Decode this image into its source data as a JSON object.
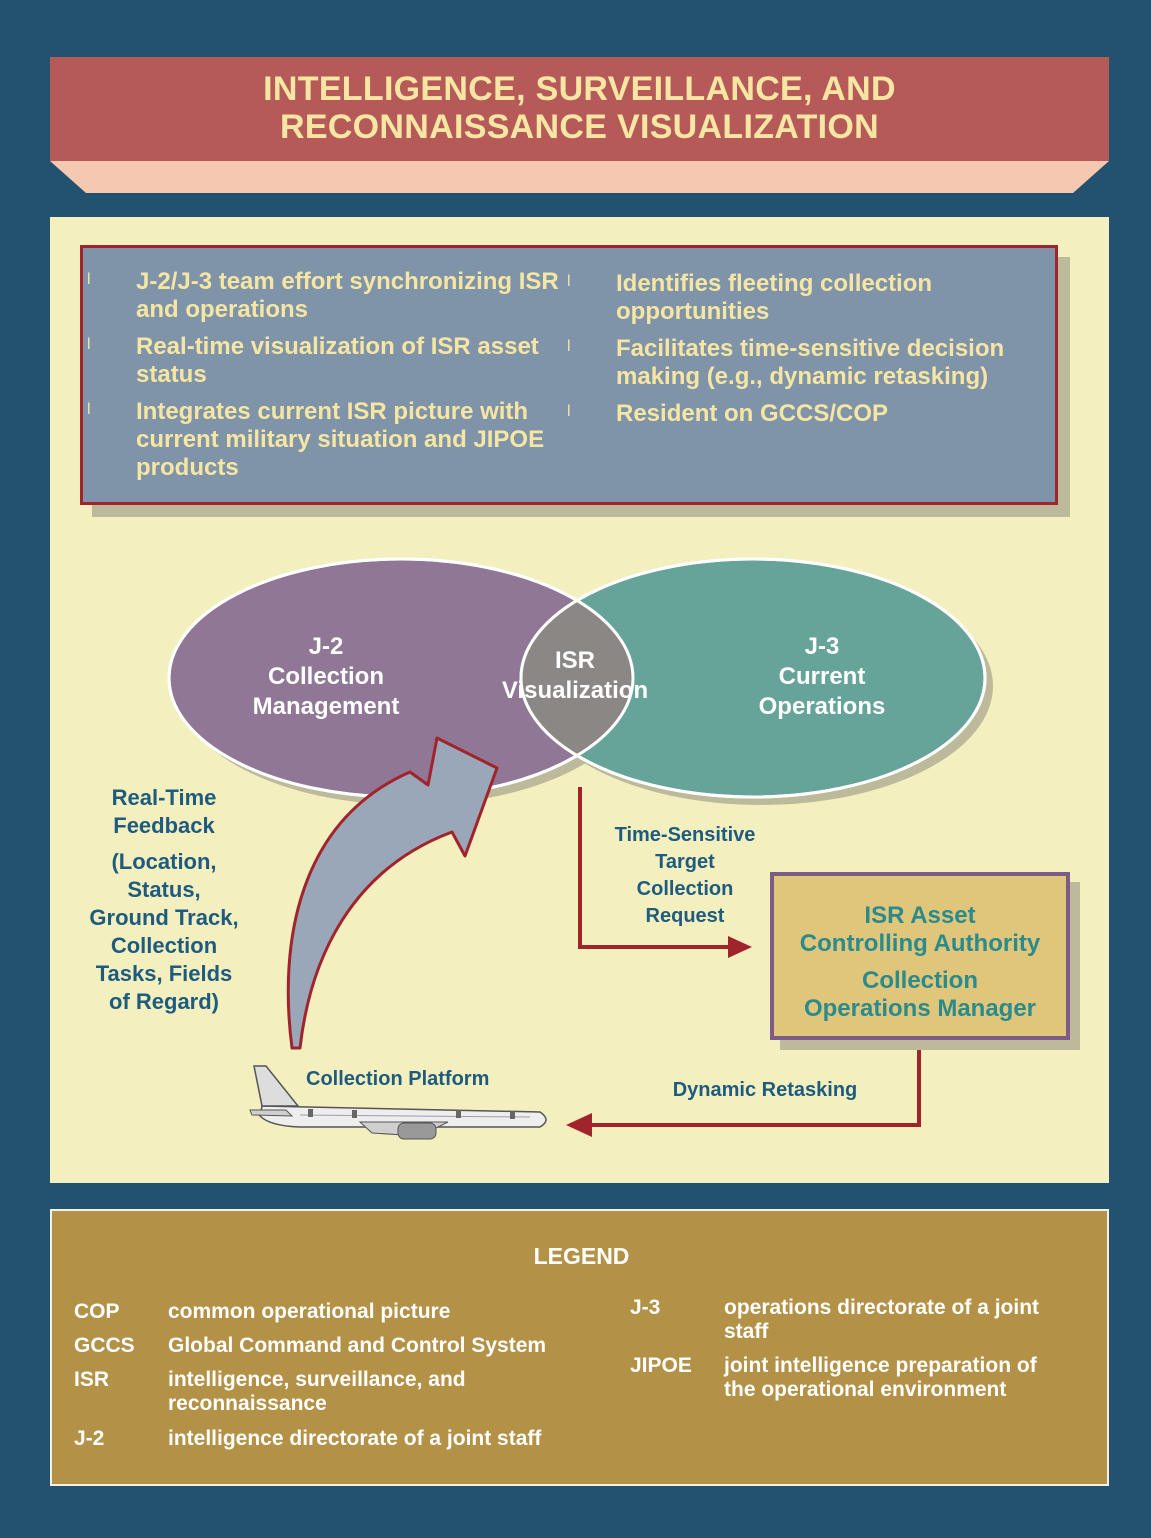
{
  "title": [
    "INTELLIGENCE, SURVEILLANCE, AND",
    "RECONNAISSANCE VISUALIZATION"
  ],
  "bullets": {
    "left": [
      "J-2/J-3 team effort synchronizing ISR and operations",
      "Real-time visualization of ISR asset status",
      "Integrates current ISR picture with current military situation and JIPOE products"
    ],
    "right": [
      "Identifies fleeting collection opportunities",
      "Facilitates time-sensitive decision making (e.g., dynamic retasking)",
      "Resident on GCCS/COP"
    ],
    "marker": "l"
  },
  "diagram": {
    "j2": [
      "J-2",
      "Collection",
      "Management"
    ],
    "isr": [
      "ISR",
      "Visualization"
    ],
    "j3": [
      "J-3",
      "Current",
      "Operations"
    ],
    "feedback": [
      "Real-Time",
      "Feedback",
      "(Location,",
      "Status,",
      "Ground Track,",
      "Collection",
      "Tasks, Fields",
      "of Regard)"
    ],
    "request": [
      "Time-Sensitive",
      "Target",
      "Collection",
      "Request"
    ],
    "controller_1": [
      "ISR Asset",
      "Controlling Authority"
    ],
    "controller_2": [
      "Collection",
      "Operations Manager"
    ],
    "platform": "Collection Platform",
    "retasking": "Dynamic Retasking",
    "colors": {
      "j2": "#8f7795",
      "isr": "#8b8784",
      "j3": "#66a499",
      "arrow": "#a1232c",
      "feedback_arrow": "#9aa7b9"
    }
  },
  "legend": {
    "title": "LEGEND",
    "entries": [
      {
        "abbr": "COP",
        "def": [
          "common operational picture"
        ]
      },
      {
        "abbr": "GCCS",
        "def": [
          "Global Command and Control System"
        ]
      },
      {
        "abbr": "ISR",
        "def": [
          "intelligence, surveillance, and",
          "reconnaissance"
        ]
      },
      {
        "abbr": "J-2",
        "def": [
          "intelligence directorate of a joint staff"
        ]
      },
      {
        "abbr": "J-3",
        "def": [
          "operations directorate of a joint",
          "staff"
        ]
      },
      {
        "abbr": "JIPOE",
        "def": [
          "joint intelligence preparation of",
          "the operational environment"
        ]
      }
    ]
  }
}
